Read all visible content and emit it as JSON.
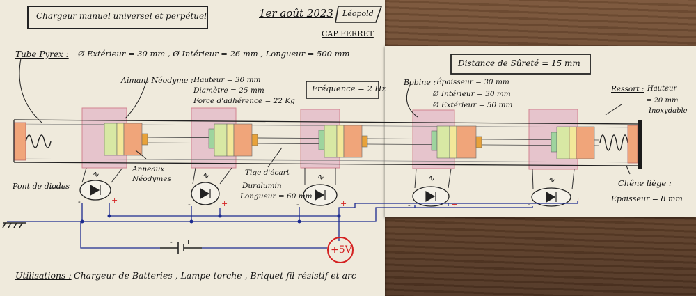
{
  "header": {
    "title": "Chargeur manuel universel et perpétuel",
    "date": "1er août 2023",
    "author": "Léopold",
    "place": "CAP FERRET"
  },
  "tube": {
    "label": "Tube Pyrex :",
    "specs": "Ø Extérieur = 30 mm , Ø Intérieur = 26 mm , Longueur = 500 mm"
  },
  "magnet": {
    "label": "Aimant Néodyme :",
    "height": "Hauteur = 30 mm",
    "diameter": "Diamètre = 25 mm",
    "force": "Force d'adhérence = 22 Kg"
  },
  "frequency": "Fréquence = 2 Hz",
  "safety": "Distance de Sûreté = 15 mm",
  "coil": {
    "label": "Bobine :",
    "thickness": "Épaisseur = 30 mm",
    "inner": "Ø Intérieur = 30 mm",
    "outer": "Ø Extérieur = 50 mm"
  },
  "spring": {
    "label": "Ressort :",
    "height": "Hauteur",
    "height_value": "= 20 mm",
    "material": "Inoxydable"
  },
  "rings": {
    "line1": "Anneaux",
    "line2": "Néodymes"
  },
  "rod": {
    "line1": "Tige d'écart",
    "line2": "Duralumin",
    "line3": "Longueur = 60 mm"
  },
  "bridge": "Pont de diodes",
  "cork": {
    "label": "Chêne liège :",
    "thickness": "Epaisseur = 8 mm"
  },
  "voltage": "+5V",
  "uses": {
    "label": "Utilisations :",
    "text": "Chargeur de Batteries , Lampe torche , Briquet fil résistif et arc"
  },
  "symbols": {
    "ac": "∿",
    "plus": "+",
    "minus": "-"
  },
  "colors": {
    "coil": "#e6c4cc",
    "magnet_orange": "#f0a57a",
    "magnet_yellow": "#f2e89a",
    "magnet_green": "#d8e8a4",
    "wire": "#1b2a8f",
    "red": "#d42020"
  }
}
